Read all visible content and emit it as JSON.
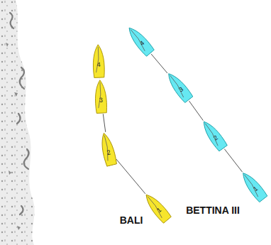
{
  "diagram": {
    "nodes": [
      {
        "text": [
          "1"
        ]
      },
      {
        "text": [
          "2"
        ]
      },
      {
        "text": [
          "3"
        ]
      },
      {
        "text": [
          "4"
        ]
      },
      {
        "text": [
          "1"
        ]
      },
      {
        "text": [
          "2"
        ]
      },
      {
        "text": [
          "3"
        ]
      },
      {
        "text": [
          "4"
        ]
      }
    ],
    "edges": [
      {
        "from": 0,
        "to": 1,
        "arrow": "none"
      },
      {
        "from": 1,
        "to": 2,
        "arrow": "none"
      },
      {
        "from": 2,
        "to": 3,
        "arrow": "none"
      },
      {
        "from": 4,
        "to": 5,
        "arrow": "none"
      },
      {
        "from": 5,
        "to": 6,
        "arrow": "none"
      },
      {
        "from": 6,
        "to": 7,
        "arrow": "none"
      }
    ],
    "labels": [
      "BALI",
      "BETTINA III"
    ]
  }
}
